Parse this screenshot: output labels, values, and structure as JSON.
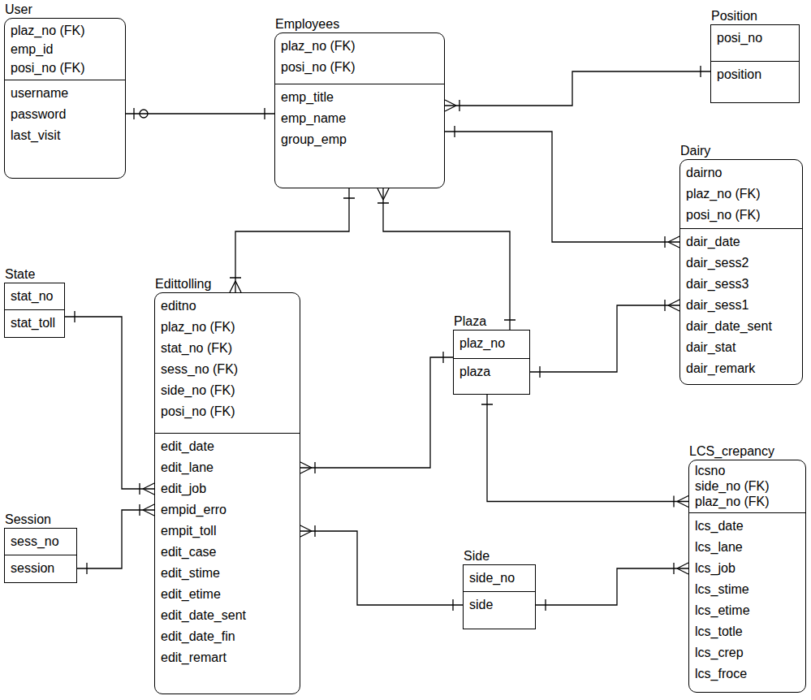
{
  "diagram": {
    "nodes": [
      {
        "text": [
          "User",
          "plaz_no (FK)",
          "emp_id",
          "posi_no (FK)",
          "username",
          "password",
          "last_visit"
        ]
      },
      {
        "text": [
          "Employees",
          "plaz_no (FK)",
          "posi_no (FK)",
          "emp_title",
          "emp_name",
          "group_emp"
        ]
      },
      {
        "text": [
          "Position",
          "posi_no",
          "position"
        ]
      },
      {
        "text": [
          "Dairy",
          "dairno",
          "plaz_no (FK)",
          "posi_no (FK)",
          "dair_date",
          "dair_sess2",
          "dair_sess3",
          "dair_sess1",
          "dair_date_sent",
          "dair_stat",
          "dair_remark"
        ]
      },
      {
        "text": [
          "State",
          "stat_no",
          "stat_toll"
        ]
      },
      {
        "text": [
          "Edittolling",
          "editno",
          "plaz_no (FK)",
          "stat_no (FK)",
          "sess_no (FK)",
          "side_no (FK)",
          "posi_no (FK)",
          "edit_date",
          "edit_lane",
          "edit_job",
          "empid_erro",
          "empit_toll",
          "edit_case",
          "edit_stime",
          "edit_etime",
          "edit_date_sent",
          "edit_date_fin",
          "edit_remart"
        ]
      },
      {
        "text": [
          "Plaza",
          "plaz_no",
          "plaza"
        ]
      },
      {
        "text": [
          "LCS_crepancy",
          "lcsno",
          "side_no (FK)",
          "plaz_no (FK)",
          "lcs_date",
          "lcs_lane",
          "lcs_job",
          "lcs_stime",
          "lcs_etime",
          "lcs_totle",
          "lcs_crep",
          "lcs_froce"
        ]
      },
      {
        "text": [
          "Session",
          "sess_no",
          "session"
        ]
      },
      {
        "text": [
          "Side",
          "side_no",
          "side"
        ]
      }
    ],
    "edges": [
      {
        "from": 0,
        "to": 1,
        "arrow": "none"
      },
      {
        "from": 1,
        "to": 2,
        "arrow": "none"
      },
      {
        "from": 1,
        "to": 3,
        "arrow": "none"
      },
      {
        "from": 1,
        "to": 5,
        "arrow": "none"
      },
      {
        "from": 1,
        "to": 6,
        "arrow": "none"
      },
      {
        "from": 6,
        "to": 3,
        "arrow": "none"
      },
      {
        "from": 6,
        "to": 5,
        "arrow": "none"
      },
      {
        "from": 6,
        "to": 7,
        "arrow": "none"
      },
      {
        "from": 4,
        "to": 5,
        "arrow": "none"
      },
      {
        "from": 8,
        "to": 5,
        "arrow": "none"
      },
      {
        "from": 9,
        "to": 5,
        "arrow": "none"
      },
      {
        "from": 9,
        "to": 7,
        "arrow": "none"
      }
    ]
  }
}
